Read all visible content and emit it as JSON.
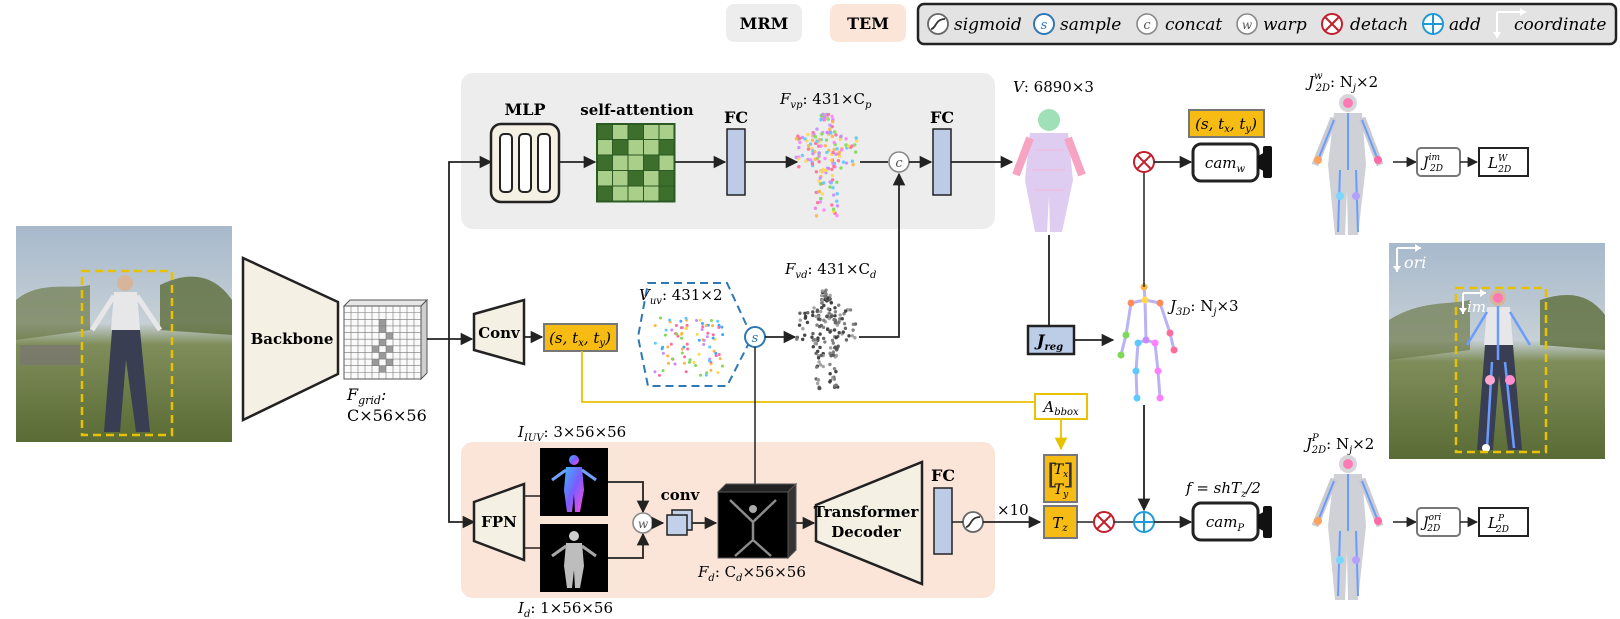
{
  "legend": {
    "mrm": "MRM",
    "tem": "TEM",
    "items": [
      {
        "icon": "sigmoid-icon",
        "label": "sigmoid"
      },
      {
        "icon": "sample-icon",
        "label": "sample"
      },
      {
        "icon": "concat-icon",
        "label": "concat"
      },
      {
        "icon": "warp-icon",
        "label": "warp"
      },
      {
        "icon": "detach-icon",
        "label": "detach"
      },
      {
        "icon": "add-icon",
        "label": "add"
      },
      {
        "icon": "coordinate-icon",
        "label": "coordinate"
      }
    ]
  },
  "blocks": {
    "backbone": "Backbone",
    "fgrid_name": "F",
    "fgrid_sub": "grid",
    "fgrid_colon": ":",
    "fgrid_shape": "C×56×56",
    "mlp": "MLP",
    "self_attention": "self-attention",
    "fc": "FC",
    "conv": "Conv",
    "fpn": "FPN",
    "conv_small": "conv",
    "transformer_l1": "Transformer",
    "transformer_l2": "Decoder",
    "jreg": "J",
    "jreg_sub": "reg",
    "abbox": "A",
    "abbox_sub": "bbox",
    "cam_w": "cam",
    "cam_w_sub": "w",
    "cam_p": "cam",
    "cam_p_sub": "P",
    "tz": "T",
    "tz_sub": "z"
  },
  "labels": {
    "fvp": "F",
    "fvp_sub": "vp",
    "fvp_rest": ": 431×C",
    "fvp_csub": "p",
    "fvd": "F",
    "fvd_sub": "vd",
    "fvd_rest": ": 431×C",
    "fvd_csub": "d",
    "vuv": "V",
    "vuv_sub": "uv",
    "vuv_rest": ": 431×2",
    "v": "V",
    "v_rest": ": 6890×3",
    "j3d": "J",
    "j3d_sub": "3D",
    "j3d_rest": ": N",
    "j3d_nsub": "j",
    "j3d_tail": "×3",
    "j2dw": "J",
    "j2dw_sub": "2D",
    "j2dw_sup": "w",
    "j2dw_rest": ": N",
    "j2dw_nsub": "j",
    "j2dw_tail": "×2",
    "j2dp": "J",
    "j2dp_sub": "2D",
    "j2dp_sup": "P",
    "j2dp_rest": ": N",
    "j2dp_nsub": "j",
    "j2dp_tail": "×2",
    "iuv": "I",
    "iuv_sub": "IUV",
    "iuv_rest": ": 3×56×56",
    "id": "I",
    "id_sub": "d",
    "id_rest": ": 1×56×56",
    "fd": "F",
    "fd_sub": "d",
    "fd_rest": ": C",
    "fd_csub": "d",
    "fd_tail": "×56×56",
    "times10": "×10",
    "focal": "f = shT",
    "focal_sub": "z",
    "focal_tail": "/2",
    "cam_params": "(s, t",
    "cam_params_x": "x",
    "cam_params_mid": ", t",
    "cam_params_y": "y",
    "cam_params_end": ")",
    "txty_open": "[",
    "tx": "T",
    "tx_sub": "x",
    "ty": "T",
    "ty_sub": "y",
    "txty_close": "]",
    "j2d_im": "J",
    "j2d_im_sub": "2D",
    "j2d_im_sup": "im",
    "j2d_ori": "J",
    "j2d_ori_sub": "2D",
    "j2d_ori_sup": "ori",
    "loss_w": "L",
    "loss_w_sub": "2D",
    "loss_w_sup": "W",
    "loss_p": "L",
    "loss_p_sub": "2D",
    "loss_p_sup": "P",
    "ori": "ori",
    "im": "im",
    "op_sample": "s",
    "op_concat": "c",
    "op_warp": "w"
  },
  "colors": {
    "mrm_bg": "#ededed",
    "tem_bg": "#fbe5d8",
    "block_fill": "#f4f0e4",
    "fc_fill": "#bdcbe6",
    "param_fill": "#f6bc14",
    "jreg_fill": "#bccde8",
    "attn_dark": "#3d6e2c",
    "attn_light": "#a9cf8a",
    "dashed_blue": "#2f78b4",
    "detach_red": "#c21f2b",
    "add_blue": "#1f9ad8",
    "bbox_yellow": "#e8c200"
  }
}
